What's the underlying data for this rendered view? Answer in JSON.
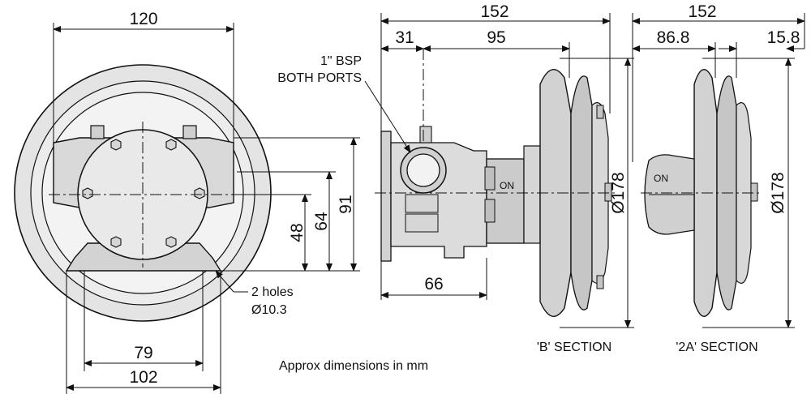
{
  "dimensions": {
    "front_width_top": "120",
    "front_mount_outer": "102",
    "front_mount_inner": "79",
    "front_height_48": "48",
    "front_height_64": "64",
    "front_height_91": "91",
    "side_overall": "152",
    "side_31": "31",
    "side_95": "95",
    "side_66": "66",
    "b_diameter": "Ø178",
    "a_overall": "152",
    "a_86_8": "86.8",
    "a_15_8": "15.8",
    "a_diameter": "Ø178"
  },
  "labels": {
    "bsp_line1": "1\" BSP",
    "bsp_line2": "BOTH PORTS",
    "holes_line1": "2 holes",
    "holes_line2": "Ø10.3",
    "on_b": "ON",
    "on_2a": "ON",
    "section_b": "'B' SECTION",
    "section_2a": "'2A' SECTION",
    "note": "Approx dimensions in mm"
  },
  "colors": {
    "line": "#111111",
    "fill_light": "#e2e2e2",
    "fill_mid": "#cfcfcf",
    "fill_dark": "#b8b8b8",
    "background": "#ffffff"
  },
  "icons": {
    "dimension_arrow": "arrowhead"
  }
}
